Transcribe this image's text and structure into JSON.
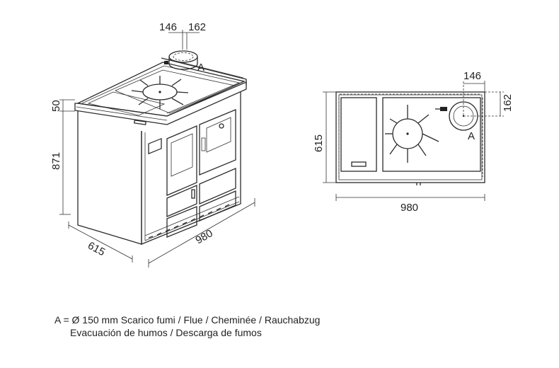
{
  "dimensions": {
    "flue_offset_left": "146",
    "flue_offset_right": "162",
    "top_height": "50",
    "body_height": "871",
    "depth": "615",
    "width": "980",
    "plan_depth": "615",
    "plan_width": "980",
    "plan_flue_offset": "146",
    "plan_flue_depth": "162"
  },
  "labels": {
    "flue_marker_iso": "A",
    "flue_marker_plan": "A"
  },
  "legend": {
    "line1": "A = Ø 150 mm  Scarico fumi / Flue / Cheminée / Rauchabzug",
    "line2": "Evacuación de humos / Descarga de fumos"
  }
}
